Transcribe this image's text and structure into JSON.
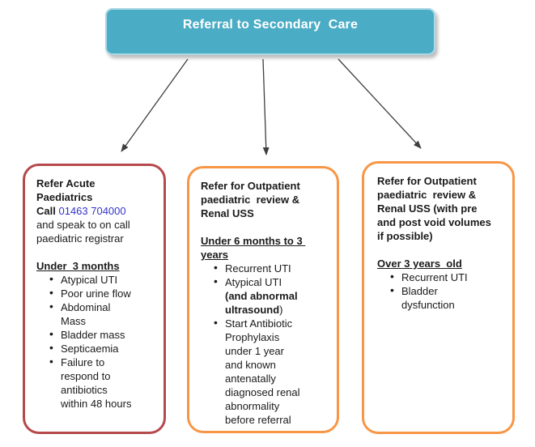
{
  "header": {
    "title": "Referral to Secondary  Care"
  },
  "colors": {
    "header_bg": "#4AACC5",
    "header_text": "#FFFFFF",
    "left_box_border": "#B5494B",
    "outpatient_box_border": "#F79646",
    "phone_link": "#3333CC",
    "arrow": "#3F3F3F",
    "body_text": "#1A1A1A"
  },
  "boxes": {
    "left": {
      "title": "Refer Acute Paediatrics",
      "call_label": "Call",
      "phone": "01463 704000",
      "after_phone": "and speak to on call paediatric registrar",
      "heading": "Under  3 months",
      "bullets": [
        "Atypical UTI",
        "Poor urine flow",
        "Abdominal Mass",
        "Bladder mass",
        "Septicaemia",
        "Failure to respond to antibiotics within 48 hours"
      ]
    },
    "middle": {
      "title": "Refer for Outpatient paediatric  review & Renal USS",
      "heading": "Under 6 months to 3 years",
      "bullet1": "Recurrent UTI",
      "bullet2": {
        "pre": "Atypical UTI",
        "bold": "(and abnormal ultrasound",
        "post": ")"
      },
      "bullet3": "Start Antibiotic Prophylaxis under 1 year and known antenatally diagnosed renal abnormality before referral"
    },
    "right": {
      "title": "Refer for Outpatient paediatric  review & Renal USS (with pre and post void volumes if possible)",
      "heading": "Over 3 years  old",
      "bullets": [
        "Recurrent UTI",
        "Bladder dysfunction"
      ]
    }
  }
}
